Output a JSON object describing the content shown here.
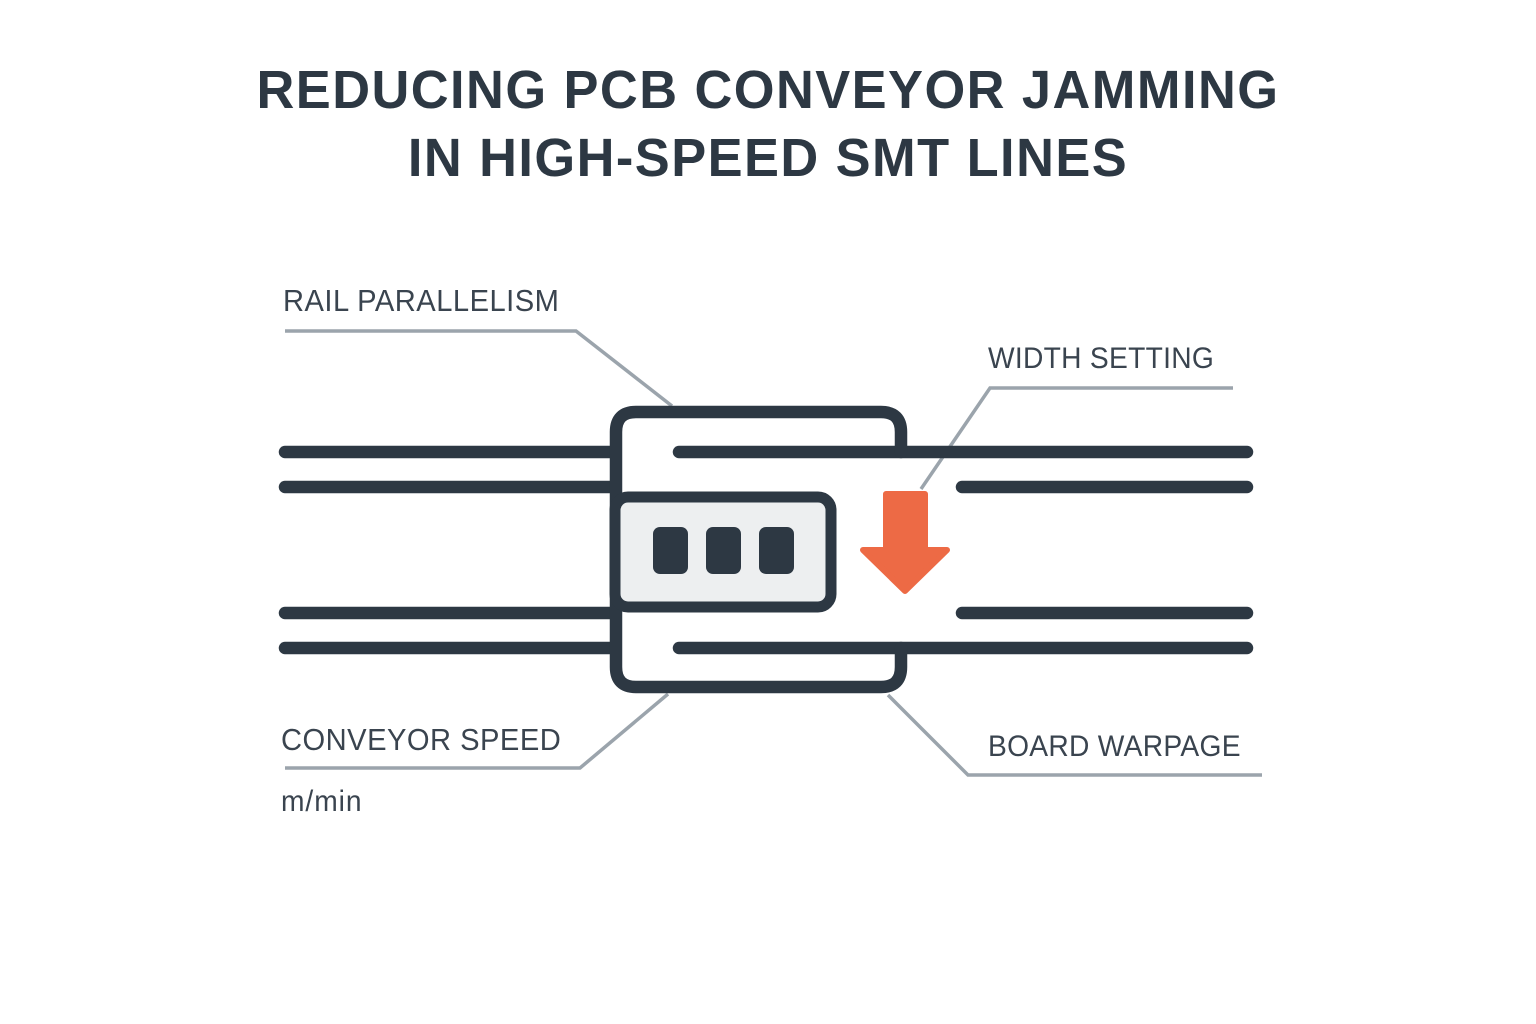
{
  "header": {
    "title_line1": "REDUCING PCB CONVEYOR JAMMING",
    "title_line2": "IN HIGH-SPEED SMT LINES"
  },
  "labels": {
    "rail_parallelism": "RAIL PARALLELISM",
    "width_setting": "WIDTH SETTING",
    "conveyor_speed": "CONVEYOR SPEED",
    "conveyor_speed_unit": "m/min",
    "board_warpage": "BOARD WARPAGE"
  },
  "icons": {
    "width_setting_indicator": "down-arrow-icon",
    "board": "pcb-board-with-components"
  },
  "colors": {
    "ink": "#2D3843",
    "label": "#3A444F",
    "leader": "#9BA4AC",
    "accent": "#ED6A45",
    "panel": "#EDEFF0",
    "bg": "#FFFFFF"
  }
}
